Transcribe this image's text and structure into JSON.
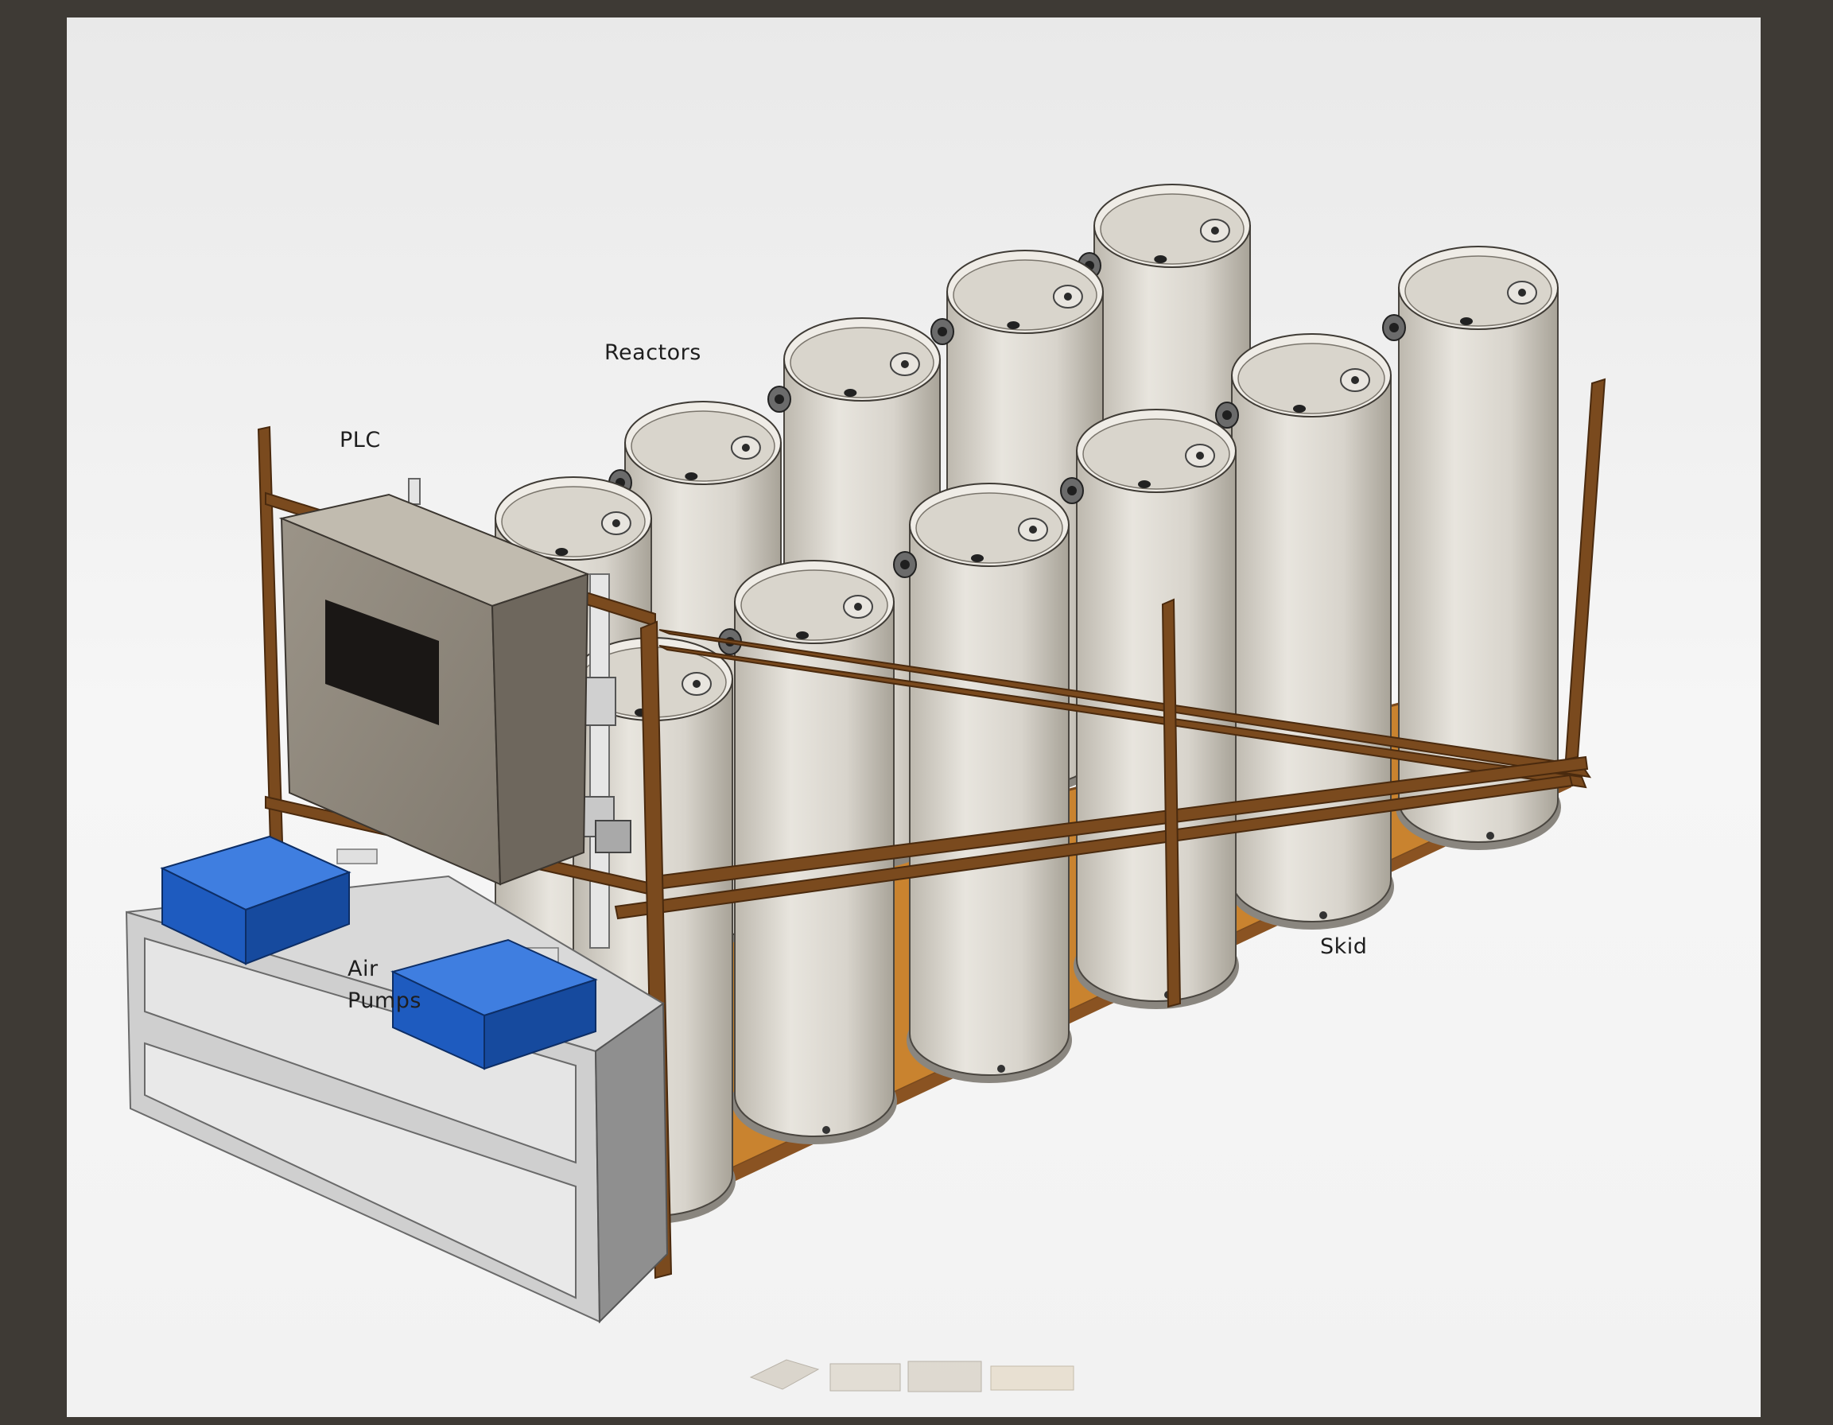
{
  "labels": {
    "reactors": "Reactors",
    "plc": "PLC",
    "air": "Air",
    "pumps": "Pumps",
    "skid": "Skid"
  },
  "colors": {
    "frame": "#3e3a35",
    "background": "#f3f3f3",
    "skid": "#c9832f",
    "steel": "#7a4a1e",
    "reactor": "#dcd8d0",
    "plc_box": "#8d857a",
    "pump": "#1f5fbf",
    "bench": "#d6d6d6"
  },
  "icons": [
    "thumbnail-strip-icon"
  ]
}
